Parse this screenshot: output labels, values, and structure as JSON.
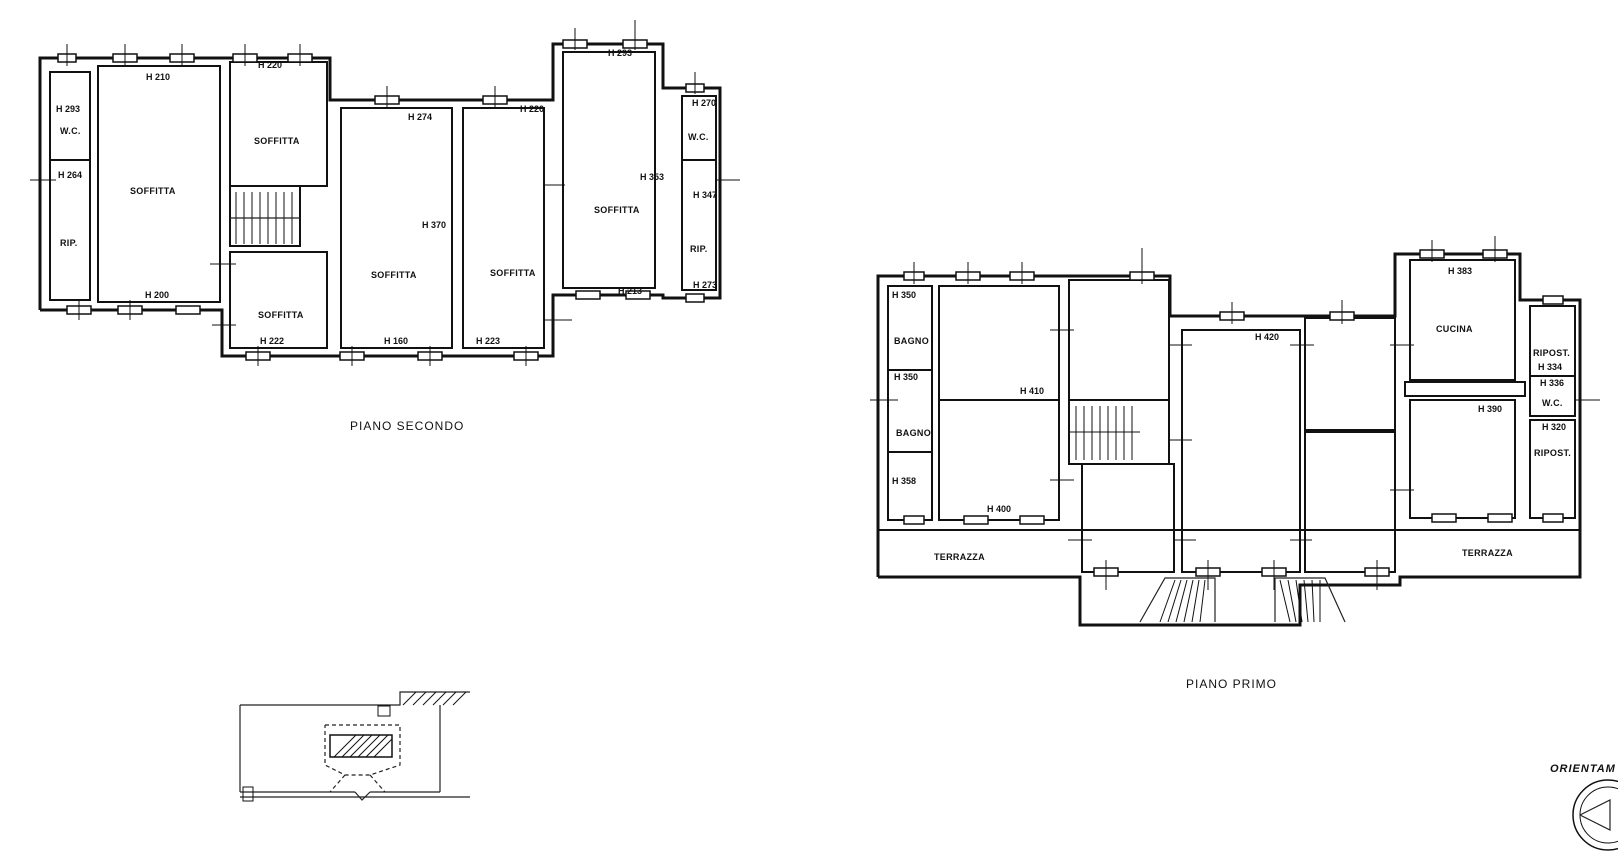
{
  "plans": {
    "second_floor": {
      "title": "PIANO SECONDO",
      "rooms": [
        "SOFFITTA",
        "SOFFITTA",
        "SOFFITTA",
        "SOFFITTA",
        "SOFFITTA",
        "SOFFITTA",
        "W.C.",
        "RIP.",
        "W.C.",
        "RIP."
      ],
      "heights": [
        "H 293",
        "H 210",
        "H 220",
        "H 274",
        "H 220",
        "H 293",
        "H 270",
        "H 264",
        "H 370",
        "H 353",
        "H 347",
        "H 200",
        "H 222",
        "H 160",
        "H 223",
        "H 213",
        "H 273"
      ]
    },
    "first_floor": {
      "title": "PIANO PRIMO",
      "rooms": [
        "BAGNO",
        "BAGNO",
        "TERRAZZA",
        "TERRAZZA",
        "CUCINA",
        "RIPOST.",
        "W.C.",
        "RIPOST."
      ],
      "heights": [
        "H 350",
        "H 350",
        "H 358",
        "H 410",
        "H 400",
        "H 420",
        "H 383",
        "H 334",
        "H 336",
        "H 390",
        "H 320"
      ]
    },
    "orientation": {
      "label": "ORIENTAM"
    }
  }
}
